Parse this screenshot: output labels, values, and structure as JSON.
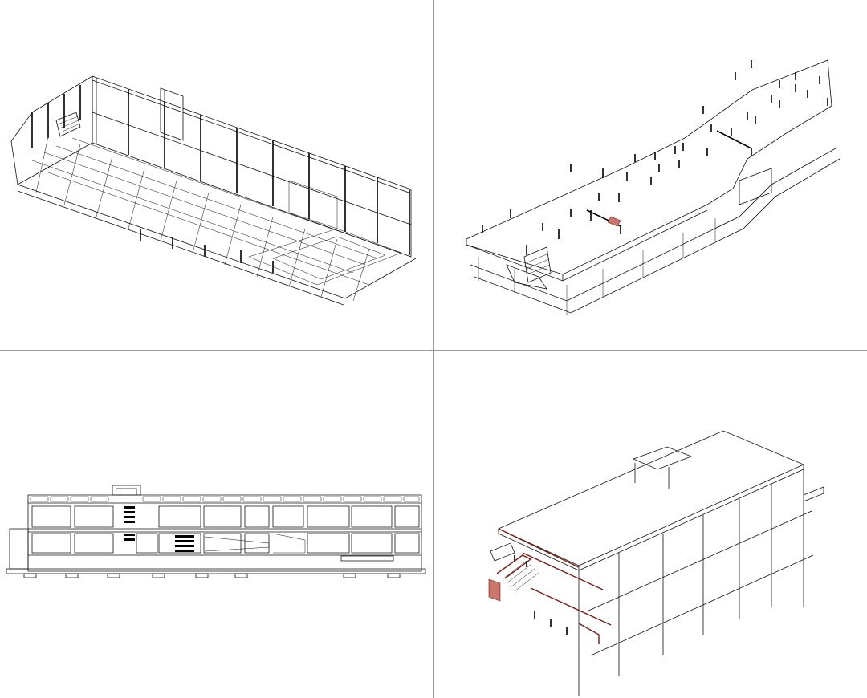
{
  "viewports": [
    {
      "id": "vp1",
      "view": "isometric-structural-frame"
    },
    {
      "id": "vp2",
      "view": "isometric-slab-columns"
    },
    {
      "id": "vp3",
      "view": "elevation"
    },
    {
      "id": "vp4",
      "view": "isometric-cutaway-with-stairs"
    }
  ],
  "colors": {
    "background": "#ffffff",
    "line": "#111111",
    "divider": "#9a9a9a",
    "highlight": "#7a1c14",
    "highlight_fill": "#c9786b"
  }
}
